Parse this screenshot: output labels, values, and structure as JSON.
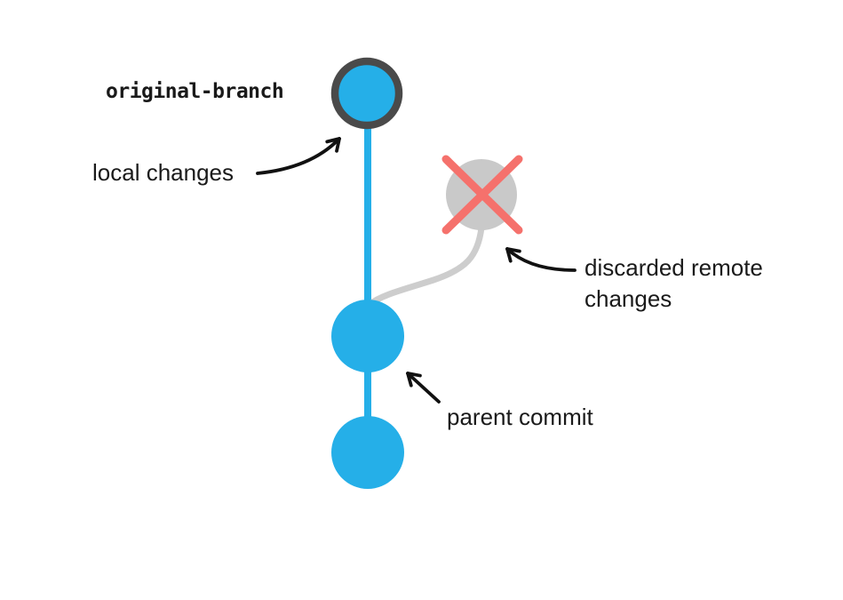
{
  "labels": {
    "branch_name": "original-branch",
    "local_changes": "local changes",
    "discarded_remote_changes": "discarded remote\nchanges",
    "parent_commit": "parent commit"
  },
  "colors": {
    "background": "#ffffff",
    "commit_blue": "#25afe8",
    "branch_ring": "#4a4a4a",
    "discarded_gray": "#c9c9c9",
    "connector_gray": "#cdcdcd",
    "cross_red": "#f5716c",
    "arrow_black": "#111111",
    "text": "#1a1a1a"
  },
  "nodes": [
    {
      "id": "branch-head-commit",
      "type": "commit-with-ring",
      "annotation": "local changes",
      "branch_label": "original-branch"
    },
    {
      "id": "discarded-remote-commit",
      "type": "crossed-out-commit",
      "annotation": "discarded remote changes"
    },
    {
      "id": "parent-commit",
      "type": "commit",
      "annotation": "parent commit"
    },
    {
      "id": "grandparent-commit",
      "type": "commit",
      "annotation": ""
    }
  ]
}
